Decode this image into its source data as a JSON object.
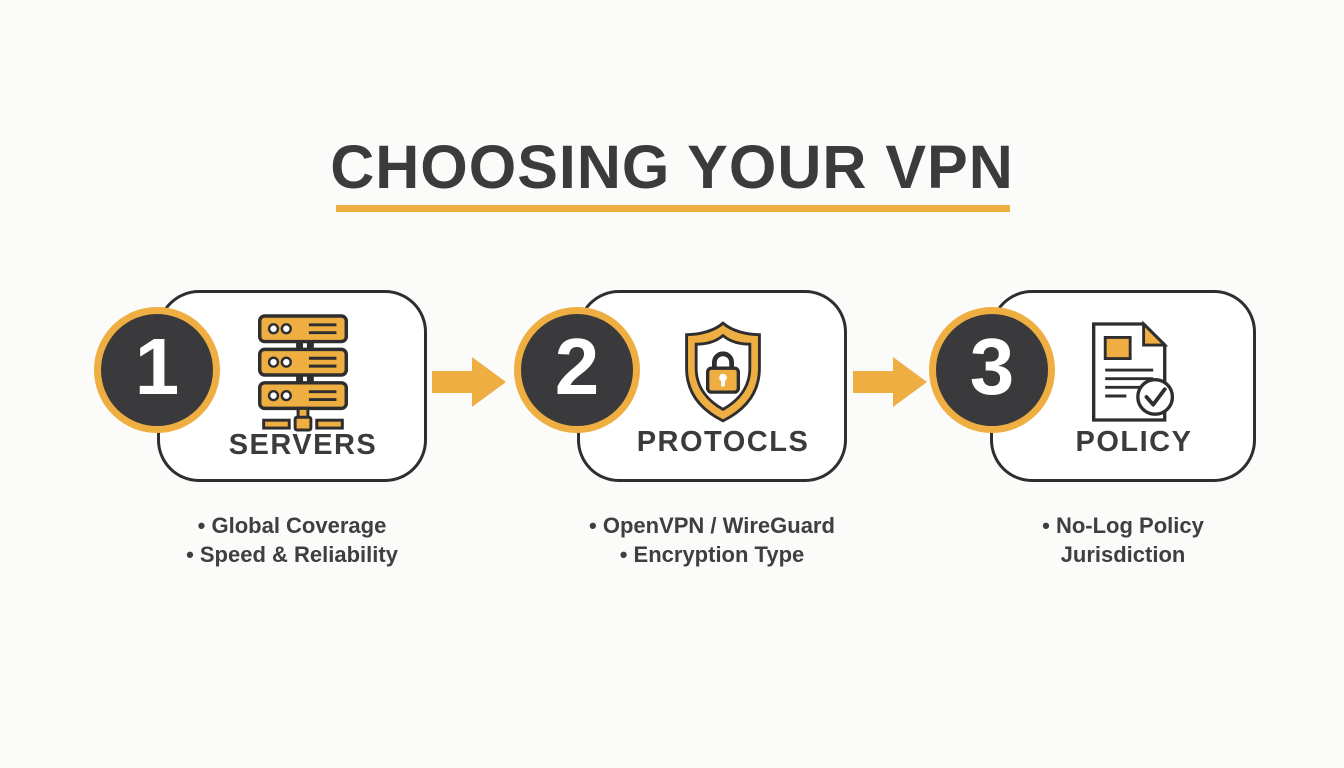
{
  "colors": {
    "bg": "#fbfbf9",
    "card-bg": "#ffffff",
    "accent": "#efae41",
    "ink": "#2e2e30",
    "badge-fill": "#3a3a3c",
    "title-color": "#3b3b3d",
    "text-color": "#3f3f41"
  },
  "title": {
    "text": "CHOOSING YOUR VPN"
  },
  "steps": [
    {
      "number": "1",
      "label": "SERVERS",
      "icon": "server-stack-icon",
      "bullets": [
        "• Global Coverage",
        "• Speed & Reliability"
      ]
    },
    {
      "number": "2",
      "label": "PROTOCLS",
      "icon": "shield-lock-icon",
      "bullets": [
        "• OpenVPN / WireGuard",
        "• Encryption Type"
      ]
    },
    {
      "number": "3",
      "label": "POLICY",
      "icon": "document-check-icon",
      "bullets": [
        "• No-Log Policy",
        "Jurisdiction"
      ]
    }
  ]
}
